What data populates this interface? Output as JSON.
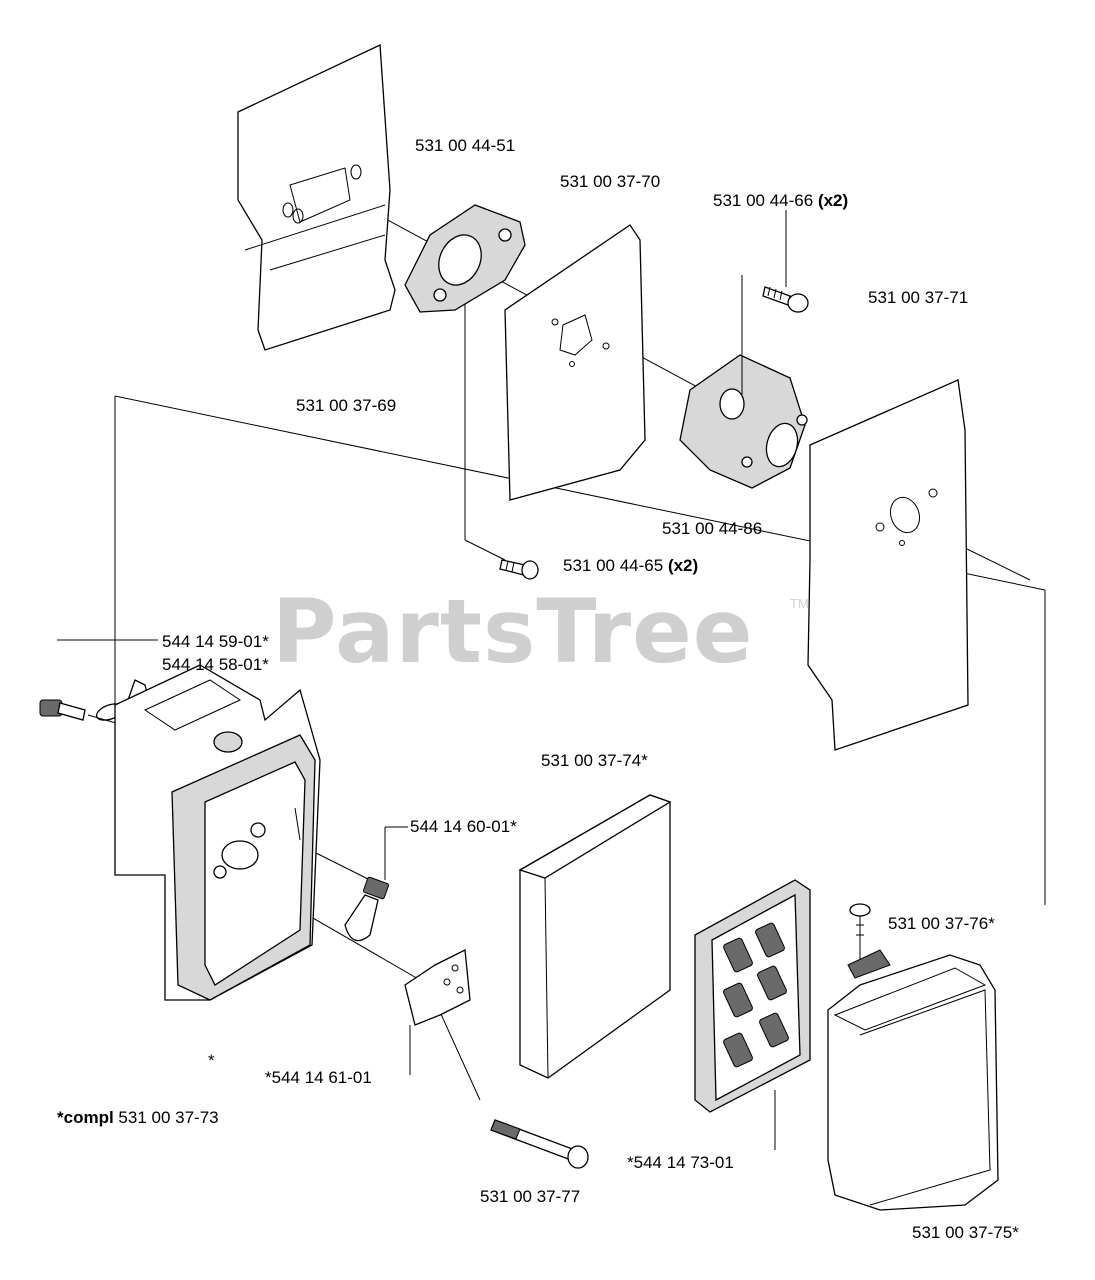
{
  "watermark": {
    "text": "PartsTree",
    "trademark": "TM"
  },
  "labels": {
    "p_531_00_44_51": "531 00 44-51",
    "p_531_00_37_70": "531 00 37-70",
    "p_531_00_44_66": "531 00 44-66",
    "p_531_00_44_66_qty": "(x2)",
    "p_531_00_37_71": "531 00 37-71",
    "p_531_00_37_69": "531 00 37-69",
    "p_531_00_44_86": "531 00 44-86",
    "p_531_00_44_65": "531 00 44-65",
    "p_531_00_44_65_qty": "(x2)",
    "p_544_14_59_01": "544 14 59-01*",
    "p_544_14_58_01": "544 14 58-01*",
    "p_531_00_37_74": "531 00 37-74*",
    "p_544_14_60_01": "544 14 60-01*",
    "p_531_00_37_76": "531 00 37-76*",
    "star_note": "*",
    "p_544_14_61_01": "*544 14 61-01",
    "compl_prefix": "*compl",
    "compl_number": "531 00 37-73",
    "p_544_14_73_01": "*544 14 73-01",
    "p_531_00_37_77": "531 00 37-77",
    "p_531_00_37_75": "531 00 37-75*"
  }
}
